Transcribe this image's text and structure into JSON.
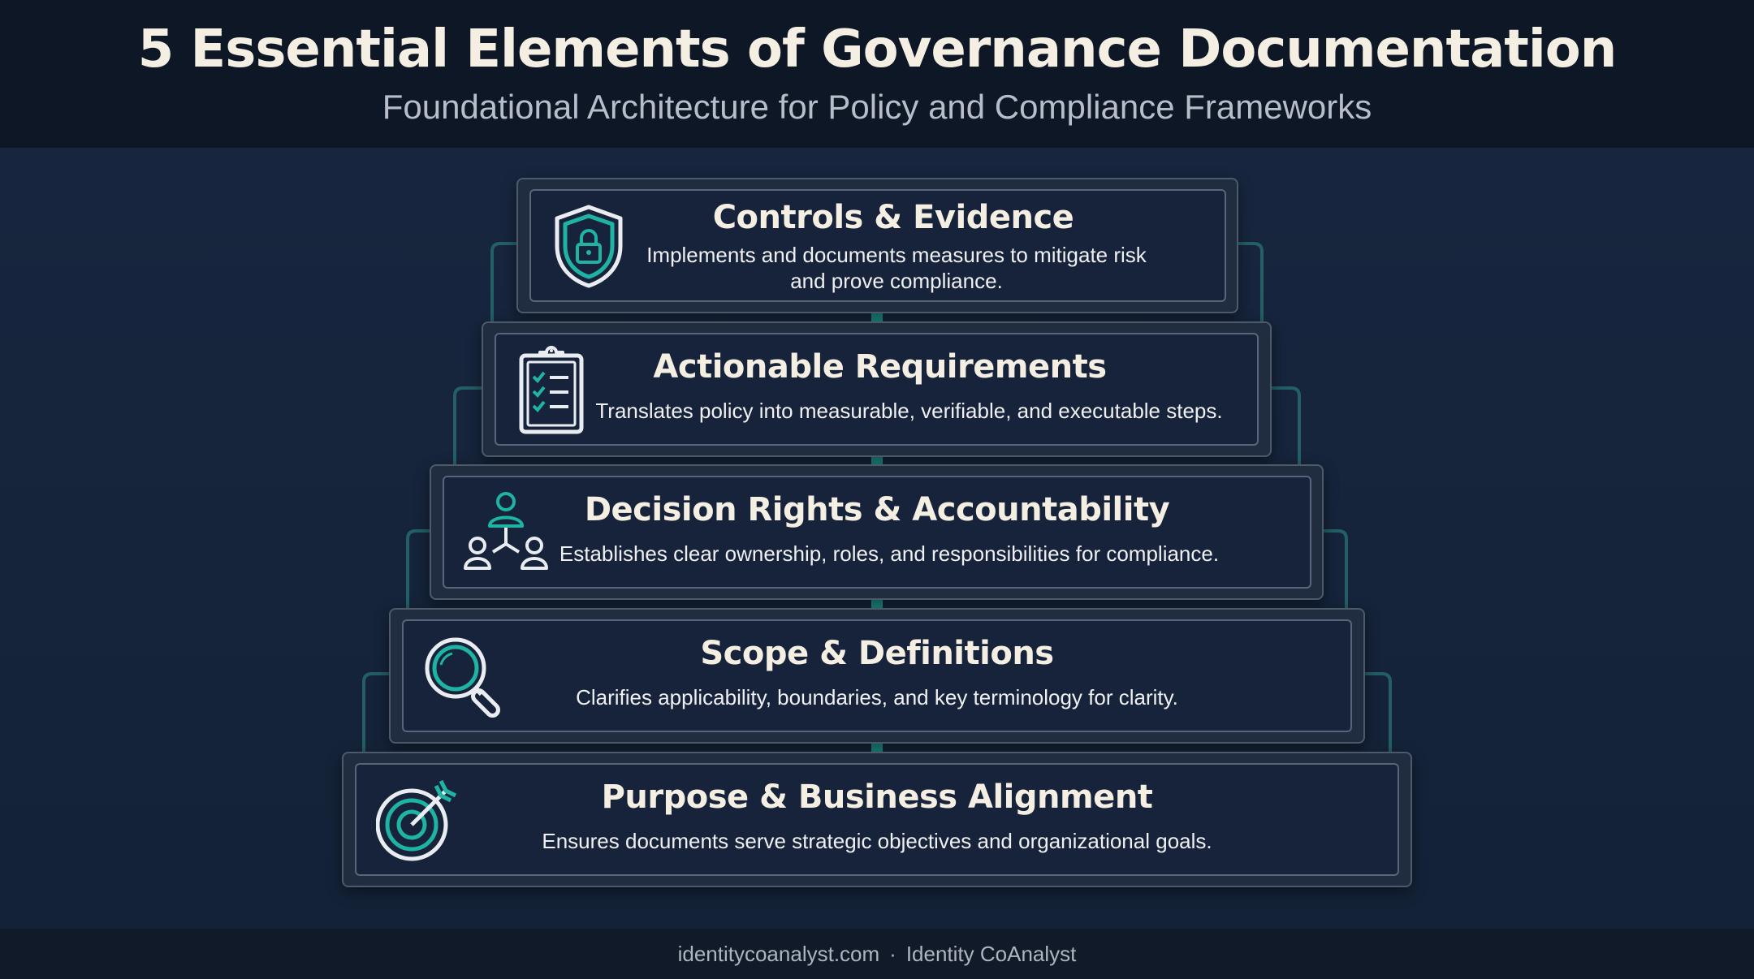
{
  "title": "5 Essential Elements of Governance Documentation",
  "subtitle": "Foundational Architecture for Policy and Compliance Frameworks",
  "footer": {
    "site": "identitycoanalyst.com",
    "separator": "·",
    "brand": "Identity CoAnalyst"
  },
  "colors": {
    "accent": "#1fb3a3",
    "card_bg": "#17233a",
    "slab_bg": "#202d40",
    "text": "#f4efe2"
  },
  "levels": [
    {
      "title": "Controls & Evidence",
      "description_line1": "Implements and documents measures to mitigate risk",
      "description_line2": "and prove compliance.",
      "icon": "shield-lock-icon"
    },
    {
      "title": "Actionable Requirements",
      "description": "Translates policy into measurable, verifiable, and executable steps.",
      "icon": "clipboard-checklist-icon"
    },
    {
      "title": "Decision Rights & Accountability",
      "description": "Establishes clear ownership, roles, and responsibilities for compliance.",
      "icon": "org-hierarchy-icon"
    },
    {
      "title": "Scope & Definitions",
      "description": "Clarifies applicability, boundaries, and key terminology for clarity.",
      "icon": "magnifying-glass-icon"
    },
    {
      "title": "Purpose & Business Alignment",
      "description": "Ensures documents serve strategic objectives and organizational goals.",
      "icon": "target-arrow-icon"
    }
  ]
}
